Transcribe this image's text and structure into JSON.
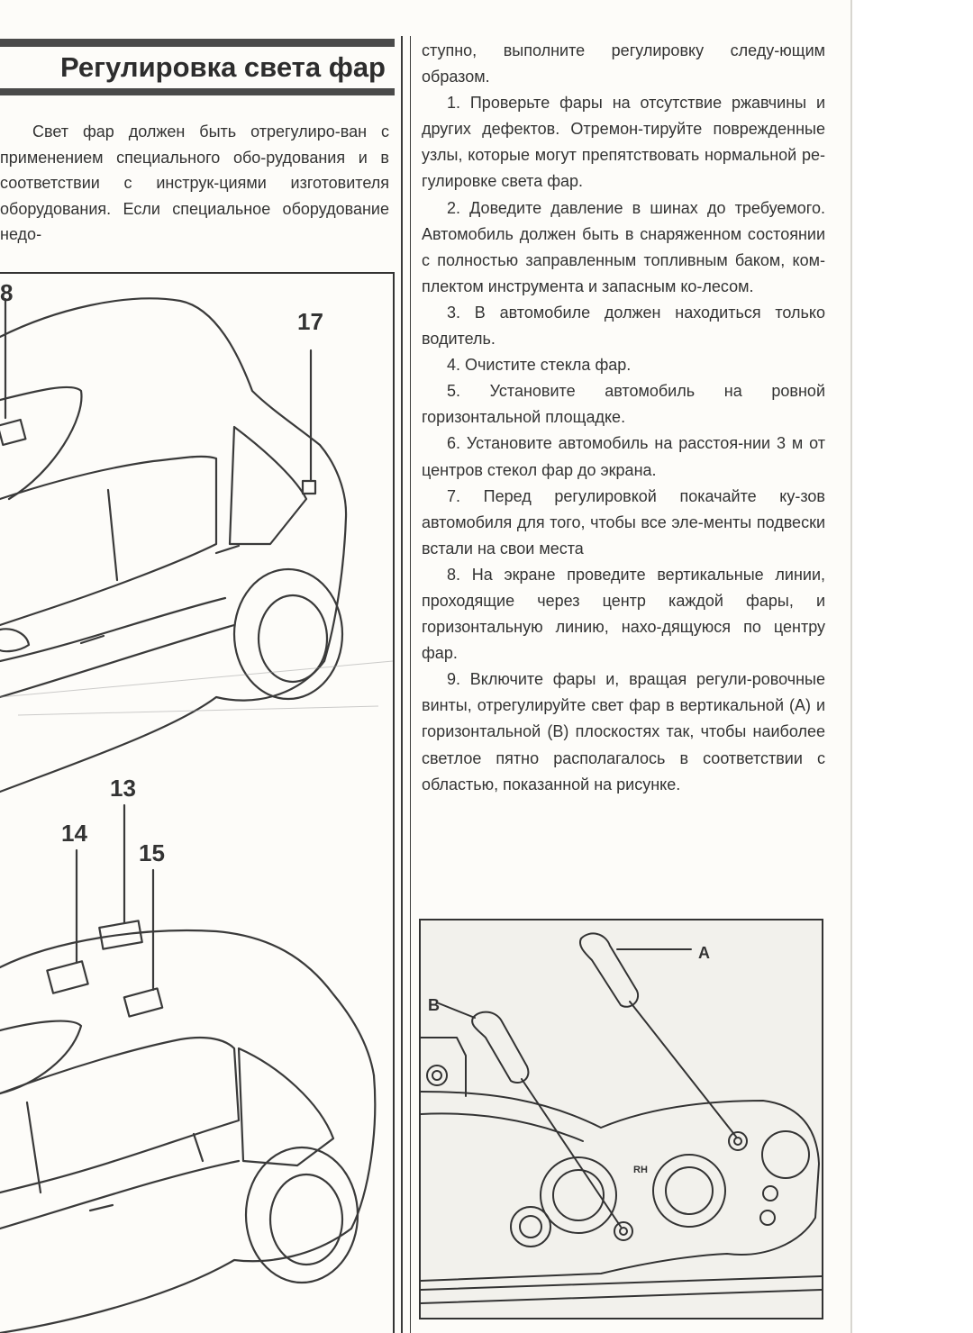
{
  "heading": "Регулировка света фар",
  "intro": "Свет фар должен быть отрегулиро-ван с применением специального обо-рудования и в соответствии с инструк-циями изготовителя оборудования. Если специальное оборудование недо-",
  "continuation": "ступно, выполните регулировку следу-ющим образом.",
  "steps": [
    "1. Проверьте фары на отсутствие ржавчины и других дефектов. Отремон-тируйте поврежденные узлы, которые могут препятствовать нормальной ре-гулировке света фар.",
    "2. Доведите давление в шинах до требуемого. Автомобиль должен быть в снаряженном состоянии с полностью заправленным топливным баком, ком-плектом инструмента и запасным ко-лесом.",
    "3. В автомобиле должен находиться только водитель.",
    "4. Очистите стекла фар.",
    "5. Установите автомобиль на ровной горизонтальной площадке.",
    "6. Установите автомобиль на расстоя-нии 3 м от центров стекол фар до экрана.",
    "7. Перед регулировкой покачайте ку-зов автомобиля для того, чтобы все эле-менты подвески встали на свои места",
    "8. На экране проведите вертикальные линии, проходящие через центр каждой фары, и горизонтальную линию, нахо-дящуюся по центру фар.",
    "9. Включите фары и, вращая регули-ровочные винты, отрегулируйте свет фар в вертикальной (А) и горизонтальной (В) плоскостях так, чтобы наиболее светлое пятно располагалось в соответствии с областью, показанной на рисунке."
  ],
  "figure_left_labels": {
    "l8": "8",
    "l17": "17",
    "l13": "13",
    "l14": "14",
    "l15": "15"
  },
  "figure_right_labels": {
    "a": "A",
    "b": "B",
    "rh": "RH"
  }
}
